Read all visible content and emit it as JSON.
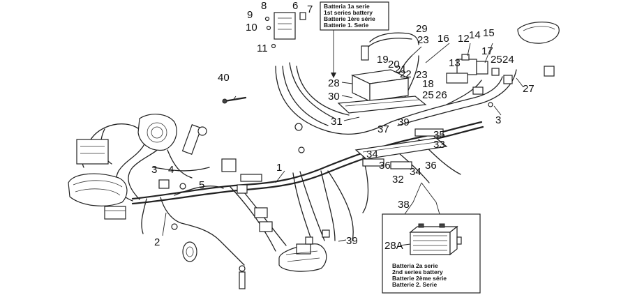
{
  "labels": [
    {
      "id": "l1",
      "text": "1"
    },
    {
      "id": "l2",
      "text": "2"
    },
    {
      "id": "l3a",
      "text": "3"
    },
    {
      "id": "l3b",
      "text": "3"
    },
    {
      "id": "l4",
      "text": "4"
    },
    {
      "id": "l5",
      "text": "5"
    },
    {
      "id": "l6",
      "text": "6"
    },
    {
      "id": "l7",
      "text": "7"
    },
    {
      "id": "l8",
      "text": "8"
    },
    {
      "id": "l9",
      "text": "9"
    },
    {
      "id": "l10",
      "text": "10"
    },
    {
      "id": "l11",
      "text": "11"
    },
    {
      "id": "l12",
      "text": "12"
    },
    {
      "id": "l13",
      "text": "13"
    },
    {
      "id": "l14",
      "text": "14"
    },
    {
      "id": "l15",
      "text": "15"
    },
    {
      "id": "l16",
      "text": "16"
    },
    {
      "id": "l17",
      "text": "17"
    },
    {
      "id": "l18",
      "text": "18"
    },
    {
      "id": "l19",
      "text": "19"
    },
    {
      "id": "l20",
      "text": "20"
    },
    {
      "id": "l21",
      "text": "21"
    },
    {
      "id": "l22",
      "text": "22"
    },
    {
      "id": "l23a",
      "text": "23"
    },
    {
      "id": "l23b",
      "text": "23"
    },
    {
      "id": "l24",
      "text": "24"
    },
    {
      "id": "l25a",
      "text": "25"
    },
    {
      "id": "l25b",
      "text": "25"
    },
    {
      "id": "l26",
      "text": "26"
    },
    {
      "id": "l27",
      "text": "27"
    },
    {
      "id": "l28",
      "text": "28"
    },
    {
      "id": "l29",
      "text": "29"
    },
    {
      "id": "l30",
      "text": "30"
    },
    {
      "id": "l31",
      "text": "31"
    },
    {
      "id": "l32",
      "text": "32"
    },
    {
      "id": "l33",
      "text": "33"
    },
    {
      "id": "l34a",
      "text": "34"
    },
    {
      "id": "l34b",
      "text": "34"
    },
    {
      "id": "l35",
      "text": "35"
    },
    {
      "id": "l36a",
      "text": "36"
    },
    {
      "id": "l36b",
      "text": "36"
    },
    {
      "id": "l37",
      "text": "37"
    },
    {
      "id": "l38",
      "text": "38"
    },
    {
      "id": "l39a",
      "text": "39"
    },
    {
      "id": "l39b",
      "text": "39"
    },
    {
      "id": "l40",
      "text": "40"
    },
    {
      "id": "l28A",
      "text": "28A"
    }
  ],
  "battery_first_series": [
    "Batteria 1a serie",
    "1st series battery",
    "Batterie 1ère série",
    "Batterie 1. Serie"
  ],
  "battery_second_series": [
    "Batteria 2a serie",
    "2nd series battery",
    "Batterie 2ème série",
    "Batterie 2. Serie"
  ]
}
